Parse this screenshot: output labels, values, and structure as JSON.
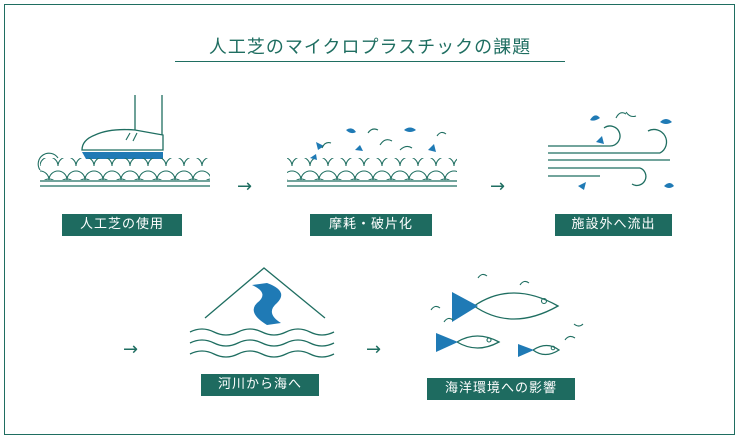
{
  "title": "人工芝のマイクロプラスチックの課題",
  "arrow": "→",
  "steps": [
    {
      "label": "人工芝の使用"
    },
    {
      "label": "摩耗・破片化"
    },
    {
      "label": "施設外へ流出"
    },
    {
      "label": "河川から海へ"
    },
    {
      "label": "海洋環境への影響"
    }
  ],
  "colors": {
    "line": "#1f6e61",
    "accent": "#1f7ab5",
    "label_bg": "#1e6b60"
  }
}
